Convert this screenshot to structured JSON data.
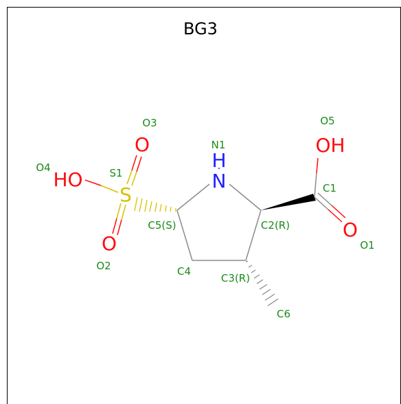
{
  "title": "BG3",
  "colors": {
    "carbon_bond": "#8c8c8c",
    "oxygen": "#ff0d0d",
    "nitrogen": "#2020ff",
    "sulfur": "#d8c000",
    "label": "#1a8a1a",
    "black": "#000000"
  },
  "atoms": {
    "oh_right": "OH",
    "o_carbonyl": "O",
    "nh": "N",
    "h_of_nh": "H",
    "ho_left": "HO",
    "s": "S",
    "o_top": "O",
    "o_bottom": "O"
  },
  "labels": {
    "o5": "O5",
    "n1": "N1",
    "o3": "O3",
    "o4": "O4",
    "s1": "S1",
    "c1": "C1",
    "c2": "C2(R)",
    "c5": "C5(S)",
    "o1": "O1",
    "o2": "O2",
    "c4": "C4",
    "c3": "C3(R)",
    "c6": "C6"
  }
}
